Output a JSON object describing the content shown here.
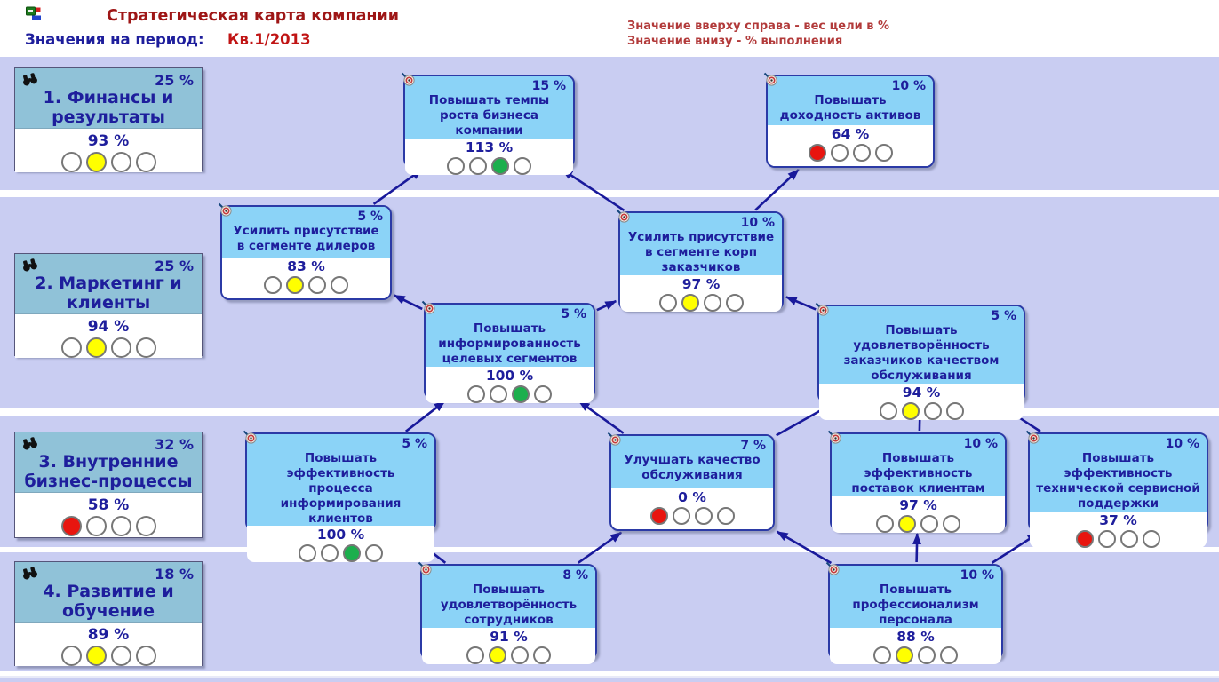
{
  "header": {
    "title": "Стратегическая карта компании",
    "period_label": "Значения на период:",
    "period_value": "Кв.1/2013",
    "legend_line1": "Значение вверху справа - вес цели в %",
    "legend_line2": "Значение внизу - % выполнения"
  },
  "colors": {
    "title_red": "#9e1616",
    "legend_red": "#b23a3a",
    "period_red": "#c01414",
    "navy_text": "#1e1e9c",
    "band_bg": "#c9cdf2",
    "goal_header_bg": "#8bd3f7",
    "goal_border": "#2b3aa6",
    "perspective_header_bg": "#90c2d8",
    "arrow": "#19199b",
    "light_red": "#e8150f",
    "light_yellow": "#ffff00",
    "light_green": "#1caf4d",
    "light_off": "#ffffff"
  },
  "perspectives": [
    {
      "id": "p1",
      "title": "1. Финансы и результаты",
      "weight": "25 %",
      "value": "93 %",
      "light_index": 1
    },
    {
      "id": "p2",
      "title": "2. Маркетинг и клиенты",
      "weight": "25 %",
      "value": "94 %",
      "light_index": 1
    },
    {
      "id": "p3",
      "title": "3. Внутренние бизнес-процессы",
      "weight": "32 %",
      "value": "58 %",
      "light_index": 0
    },
    {
      "id": "p4",
      "title": "4. Развитие и обучение",
      "weight": "18 %",
      "value": "89 %",
      "light_index": 1
    }
  ],
  "goals": [
    {
      "id": "g_growth",
      "band": 1,
      "title": "Повышать темпы роста бизнеса компании",
      "weight": "15 %",
      "value": "113 %",
      "light_index": 2
    },
    {
      "id": "g_assets",
      "band": 1,
      "title": "Повышать доходность активов",
      "weight": "10 %",
      "value": "64 %",
      "light_index": 0
    },
    {
      "id": "g_dealers",
      "band": 2,
      "title": "Усилить присутствие в сегменте дилеров",
      "weight": "5 %",
      "value": "83 %",
      "light_index": 1
    },
    {
      "id": "g_corp",
      "band": 2,
      "title": "Усилить присутствие в сегменте корп заказчиков",
      "weight": "10 %",
      "value": "97 %",
      "light_index": 1
    },
    {
      "id": "g_inform",
      "band": 2,
      "title": "Повышать информированность целевых сегментов",
      "weight": "5 %",
      "value": "100 %",
      "light_index": 2
    },
    {
      "id": "g_satisfaction",
      "band": 2,
      "title": "Повышать удовлетворённость заказчиков качеством обслуживания",
      "weight": "5 %",
      "value": "94 %",
      "light_index": 1
    },
    {
      "id": "g_infoprocess",
      "band": 3,
      "title": "Повышать эффективность процесса информирования клиентов",
      "weight": "5 %",
      "value": "100 %",
      "light_index": 2
    },
    {
      "id": "g_quality",
      "band": 3,
      "title": "Улучшать качество обслуживания",
      "weight": "7 %",
      "value": "0 %",
      "light_index": 0
    },
    {
      "id": "g_supply",
      "band": 3,
      "title": "Повышать эффективность поставок клиентам",
      "weight": "10 %",
      "value": "97 %",
      "light_index": 1
    },
    {
      "id": "g_techsupport",
      "band": 3,
      "title": "Повышать эффективность технической сервисной поддержки",
      "weight": "10 %",
      "value": "37 %",
      "light_index": 0
    },
    {
      "id": "g_employees",
      "band": 4,
      "title": "Повышать удовлетворённость сотрудников",
      "weight": "8 %",
      "value": "91 %",
      "light_index": 1
    },
    {
      "id": "g_professional",
      "band": 4,
      "title": "Повышать профессионализм персонала",
      "weight": "10 %",
      "value": "88 %",
      "light_index": 1
    }
  ],
  "links": [
    {
      "from": "g_dealers",
      "to": "g_growth"
    },
    {
      "from": "g_corp",
      "to": "g_growth"
    },
    {
      "from": "g_corp",
      "to": "g_assets"
    },
    {
      "from": "g_inform",
      "to": "g_dealers"
    },
    {
      "from": "g_inform",
      "to": "g_corp"
    },
    {
      "from": "g_satisfaction",
      "to": "g_corp"
    },
    {
      "from": "g_infoprocess",
      "to": "g_inform"
    },
    {
      "from": "g_quality",
      "to": "g_inform"
    },
    {
      "from": "g_quality",
      "to": "g_satisfaction"
    },
    {
      "from": "g_supply",
      "to": "g_satisfaction"
    },
    {
      "from": "g_techsupport",
      "to": "g_satisfaction"
    },
    {
      "from": "g_employees",
      "to": "g_infoprocess"
    },
    {
      "from": "g_employees",
      "to": "g_quality"
    },
    {
      "from": "g_professional",
      "to": "g_quality"
    },
    {
      "from": "g_professional",
      "to": "g_supply"
    },
    {
      "from": "g_professional",
      "to": "g_techsupport"
    }
  ]
}
